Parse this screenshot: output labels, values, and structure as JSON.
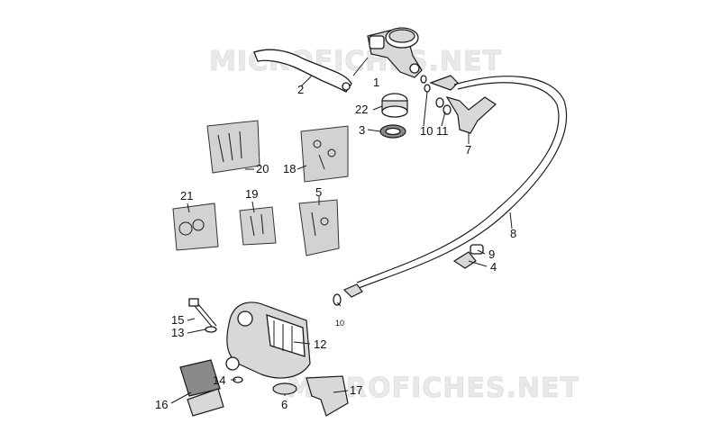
{
  "watermarks": [
    "MICROFICHES.NET",
    "MICROFICHES.NET"
  ],
  "labels": {
    "p1": "1",
    "p2": "2",
    "p3": "3",
    "p4": "4",
    "p5": "5",
    "p6": "6",
    "p7": "7",
    "p8": "8",
    "p9": "9",
    "p10a": "10",
    "p10b": "10",
    "p11": "11",
    "p12": "12",
    "p13": "13",
    "p14": "14",
    "p15": "15",
    "p16": "16",
    "p17": "17",
    "p18": "18",
    "p19": "19",
    "p20": "20",
    "p21": "21",
    "p22": "22"
  }
}
